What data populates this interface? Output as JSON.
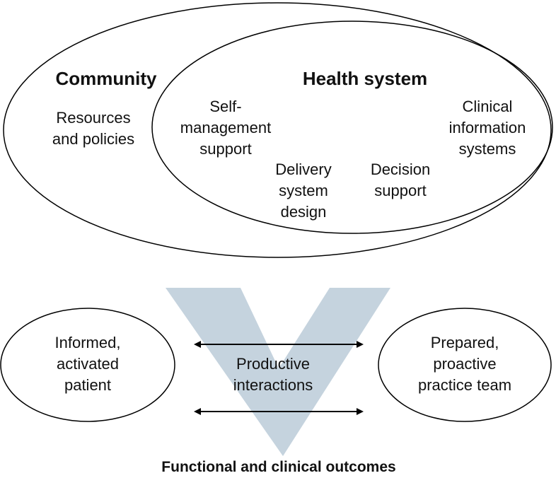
{
  "community": {
    "title": "Community",
    "resources": [
      "Resources",
      "and policies"
    ]
  },
  "health_system": {
    "title": "Health system",
    "self_management": [
      "Self-",
      "management",
      "support"
    ],
    "delivery_system": [
      "Delivery",
      "system",
      "design"
    ],
    "decision_support": [
      "Decision",
      "support"
    ],
    "clinical_info": [
      "Clinical",
      "information",
      "systems"
    ]
  },
  "patient": [
    "Informed,",
    "activated",
    "patient"
  ],
  "interactions": [
    "Productive",
    "interactions"
  ],
  "team": [
    "Prepared,",
    "proactive",
    "practice team"
  ],
  "outcomes": "Functional and clinical outcomes",
  "colors": {
    "arrow_fill": "#C5D3DE",
    "line": "#000000"
  }
}
